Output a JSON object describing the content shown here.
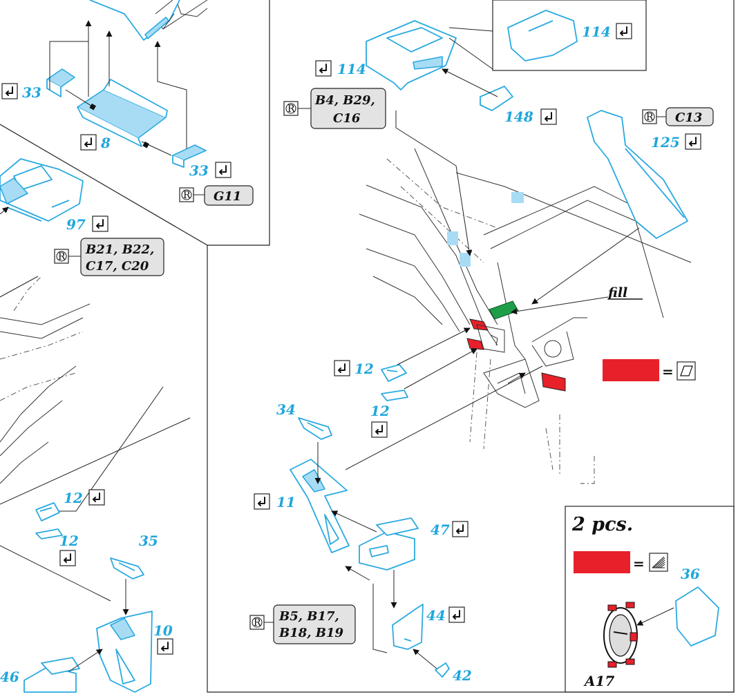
{
  "title": "",
  "colors": {
    "part_blue": "#29a9e0",
    "part_fill": "#a8dcf5",
    "paint_red": "#e8202a",
    "fill_green": "#1f9e4a",
    "ref_box": "#e3e3e3"
  },
  "icons": {
    "check": "bend-check-icon",
    "resin": "registered-r-icon",
    "paint_flat": "flat-surface-icon",
    "paint_texture": "textured-surface-icon"
  },
  "part_numbers": {
    "p33a": "33",
    "p8": "8",
    "p33b": "33",
    "p97": "97",
    "p114a": "114",
    "p114b": "114",
    "p148": "148",
    "p125": "125",
    "p12a": "12",
    "p12b": "12",
    "p34": "34",
    "p11": "11",
    "p47": "47",
    "p44": "44",
    "p42": "42",
    "p12c": "12",
    "p12d": "12",
    "p35": "35",
    "p10": "10",
    "p46": "46",
    "p36": "36"
  },
  "references": {
    "g11": "G11",
    "b21_line1": "B21, B22,",
    "b21_line2": "C17, C20",
    "b4_line1": "B4, B29,",
    "b4_line2": "C16",
    "c13": "C13",
    "b5_line1": "B5, B17,",
    "b5_line2": "B18, B19"
  },
  "labels": {
    "fill": "fill",
    "equals": "=",
    "qty": "2 pcs.",
    "a17": "A17",
    "r_symbol": "R"
  }
}
